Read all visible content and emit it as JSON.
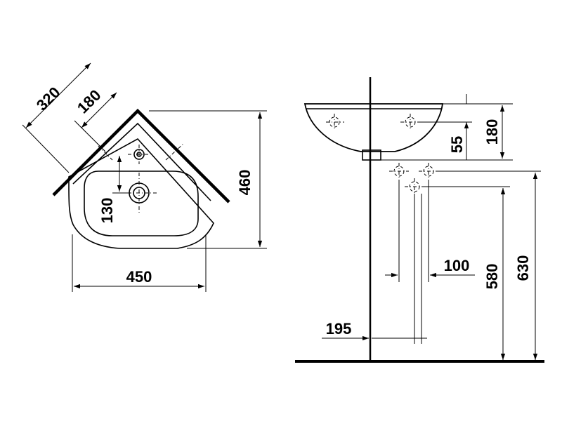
{
  "plan_view": {
    "dim_320": "320",
    "dim_180": "180",
    "dim_460": "460",
    "dim_130": "130",
    "dim_450": "450"
  },
  "side_view": {
    "dim_180": "180",
    "dim_55": "55",
    "dim_100": "100",
    "dim_580": "580",
    "dim_630": "630",
    "dim_195": "195"
  }
}
